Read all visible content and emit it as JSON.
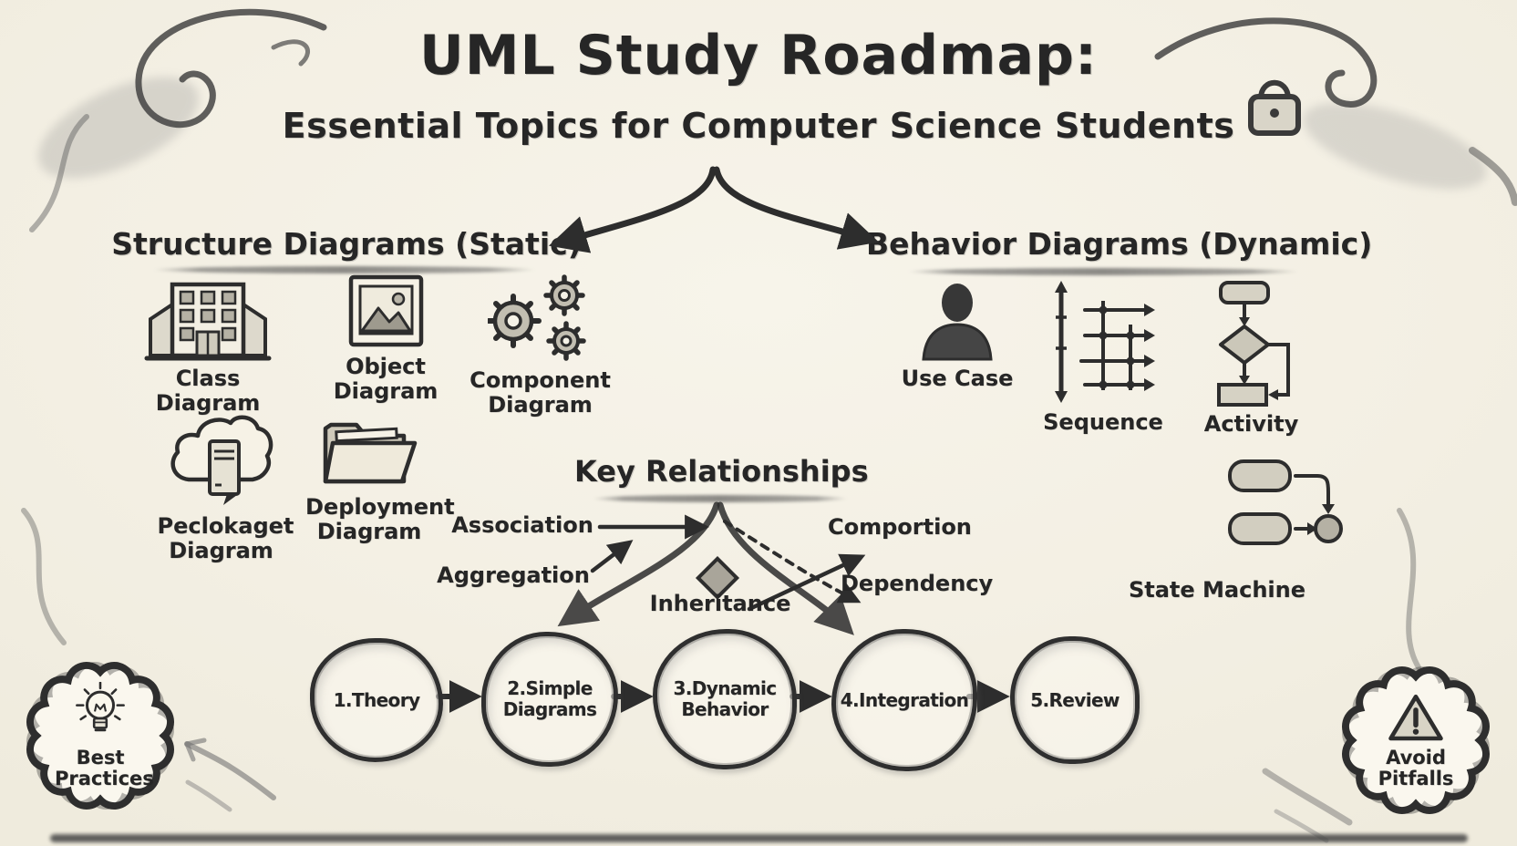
{
  "header": {
    "title": "UML Study Roadmap:",
    "subtitle": "Essential Topics for Computer Science Students"
  },
  "sections": {
    "structure": {
      "heading": "Structure Diagrams (Static)",
      "items": [
        {
          "label": "Class Diagram",
          "icon": "building-icon"
        },
        {
          "label": "Object Diagram",
          "icon": "picture-icon"
        },
        {
          "label": "Component Diagram",
          "icon": "gears-icon"
        },
        {
          "label": "Peclokaget Diagram",
          "icon": "cloud-server-icon"
        },
        {
          "label": "Deployment Diagram",
          "icon": "folder-icon"
        }
      ]
    },
    "behavior": {
      "heading": "Behavior Diagrams (Dynamic)",
      "items": [
        {
          "label": "Use Case",
          "icon": "person-icon"
        },
        {
          "label": "Sequence",
          "icon": "sequence-diagram-icon"
        },
        {
          "label": "Activity",
          "icon": "flowchart-icon"
        },
        {
          "label": "State Machine",
          "icon": "state-machine-icon"
        }
      ]
    },
    "relationships": {
      "heading": "Key Relationships",
      "labels": {
        "association": "Association",
        "aggregation": "Aggregation",
        "composition": "Comportion",
        "dependency": "Dependency",
        "inheritance": "Inheritance"
      },
      "inheritance_icon": "diamond-icon"
    }
  },
  "roadmap": {
    "steps": [
      "1.Theory",
      "2.Simple Diagrams",
      "3.Dynamic Behavior",
      "4.Integration",
      "5.Review"
    ]
  },
  "badges": {
    "left": {
      "label": "Best Practices",
      "icon": "lightbulb-icon"
    },
    "right": {
      "label": "Avoid Pitfalls",
      "icon": "warning-triangle-icon"
    }
  },
  "colors": {
    "ink": "#2d2d2d",
    "paper": "#f5f2e7",
    "shade": "#c9c5b8"
  }
}
